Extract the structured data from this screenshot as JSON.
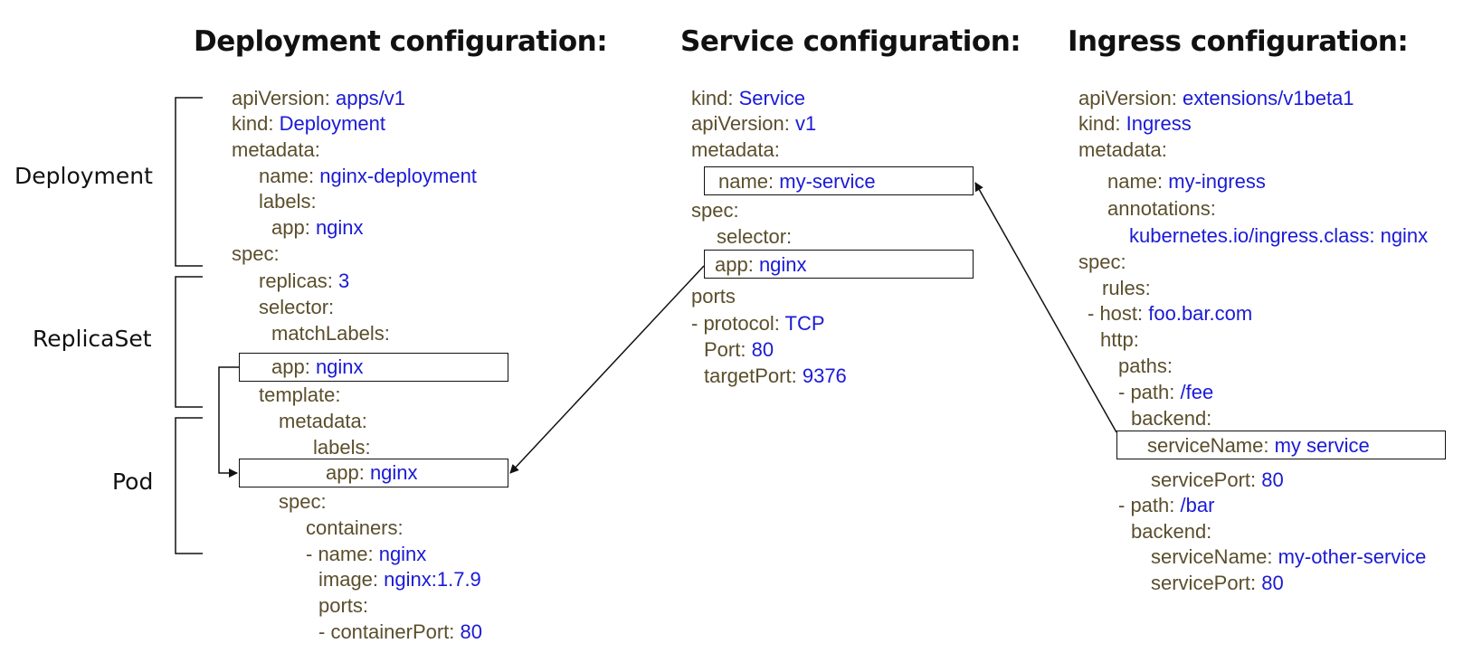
{
  "headings": {
    "deployment": "Deployment configuration:",
    "service": "Service configuration:",
    "ingress": "Ingress configuration:"
  },
  "side_labels": {
    "deployment": "Deployment",
    "replicaset": "ReplicaSet",
    "pod": "Pod"
  },
  "deployment_yaml": [
    {
      "key": "apiVersion: ",
      "value": "apps/v1"
    },
    {
      "key": "kind: ",
      "value": "Deployment"
    },
    {
      "key": "metadata:",
      "value": ""
    },
    {
      "key": "name: ",
      "value": "nginx-deployment"
    },
    {
      "key": "labels:",
      "value": ""
    },
    {
      "key": "app: ",
      "value": "nginx"
    },
    {
      "key": "spec:",
      "value": ""
    },
    {
      "key": "replicas: ",
      "value": "3"
    },
    {
      "key": "selector:",
      "value": ""
    },
    {
      "key": "matchLabels:",
      "value": ""
    },
    {
      "key": "app: ",
      "value": "nginx"
    },
    {
      "key": "template:",
      "value": ""
    },
    {
      "key": "metadata:",
      "value": ""
    },
    {
      "key": "labels:",
      "value": ""
    },
    {
      "key": "app: ",
      "value": "nginx"
    },
    {
      "key": "spec:",
      "value": ""
    },
    {
      "key": "containers:",
      "value": ""
    },
    {
      "key": "- name: ",
      "value": "nginx"
    },
    {
      "key": "image:  ",
      "value": "nginx:1.7.9"
    },
    {
      "key": "ports:",
      "value": ""
    },
    {
      "key": "- containerPort: ",
      "value": "80"
    }
  ],
  "service_yaml": [
    {
      "key": "kind: ",
      "value": "Service"
    },
    {
      "key": "apiVersion: ",
      "value": "v1"
    },
    {
      "key": "metadata:",
      "value": ""
    },
    {
      "key": "name: ",
      "value": "my-service"
    },
    {
      "key": "spec:",
      "value": ""
    },
    {
      "key": "selector:",
      "value": ""
    },
    {
      "key": "app: ",
      "value": "nginx"
    },
    {
      "key": "ports",
      "value": ""
    },
    {
      "key": "- protocol: ",
      "value": "TCP"
    },
    {
      "key": "Port: ",
      "value": "80"
    },
    {
      "key": "targetPort: ",
      "value": "9376"
    }
  ],
  "ingress_yaml": [
    {
      "key": "apiVersion: ",
      "value": "extensions/v1beta1"
    },
    {
      "key": "kind: ",
      "value": "Ingress"
    },
    {
      "key": "metadata:",
      "value": ""
    },
    {
      "key": "name: ",
      "value": "my-ingress"
    },
    {
      "key": "annotations:",
      "value": ""
    },
    {
      "key": "",
      "value": "kubernetes.io/ingress.class: nginx"
    },
    {
      "key": "spec:",
      "value": ""
    },
    {
      "key": "rules:",
      "value": ""
    },
    {
      "key": "- host: ",
      "value": "foo.bar.com"
    },
    {
      "key": "http:",
      "value": ""
    },
    {
      "key": "paths:",
      "value": ""
    },
    {
      "key": "- path: ",
      "value": "/fee"
    },
    {
      "key": "backend:",
      "value": ""
    },
    {
      "key": "serviceName: ",
      "value": "my service"
    },
    {
      "key": "servicePort: ",
      "value": "80"
    },
    {
      "key": "- path: ",
      "value": "/bar"
    },
    {
      "key": "backend:",
      "value": ""
    },
    {
      "key": "serviceName: ",
      "value": "my-other-service"
    },
    {
      "key": "servicePort: ",
      "value": "80"
    }
  ],
  "colors": {
    "key": "#5a4e2c",
    "value": "#1a1ad6",
    "heading": "#111111",
    "lines": "#111111"
  }
}
